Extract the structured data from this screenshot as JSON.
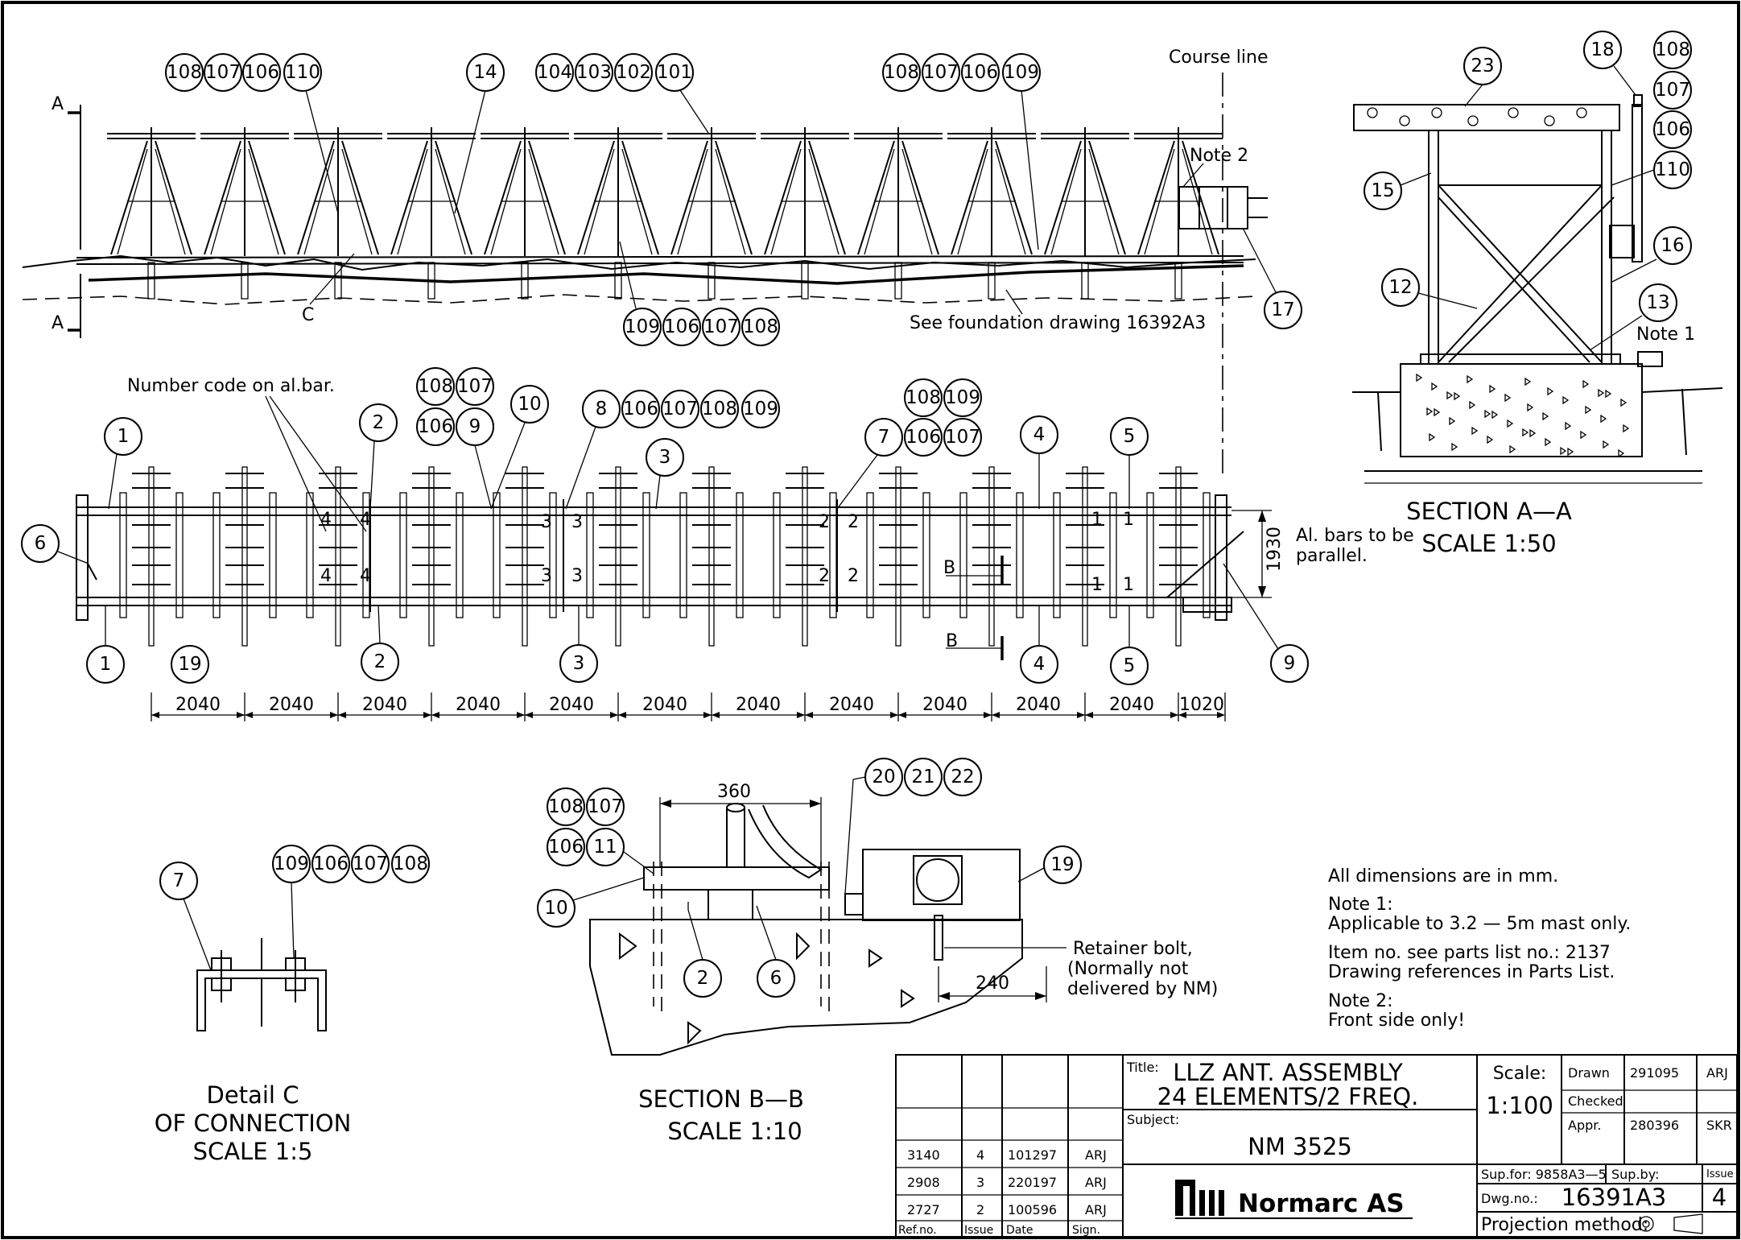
{
  "labels": {
    "course_line": "Course line",
    "note2_tag": "Note 2",
    "note1_tag": "Note 1",
    "see_foundation": "See foundation drawing 16392A3",
    "number_code": "Number code on al.bar.",
    "al_bars_1": "Al. bars to be",
    "al_bars_2": "parallel.",
    "section_aa_1": "SECTION A—A",
    "section_aa_2": "SCALE 1:50",
    "section_bb_1": "SECTION B—B",
    "section_bb_2": "SCALE 1:10",
    "detail_c_1": "Detail C",
    "detail_c_2": "OF CONNECTION",
    "detail_c_3": "SCALE 1:5",
    "retainer_1": "Retainer bolt,",
    "retainer_2": "(Normally not",
    "retainer_3": "delivered by NM)",
    "section_mark_a": "A",
    "section_mark_b": "B",
    "detail_mark_c": "C",
    "dim_1930": "1930",
    "dim_360": "360",
    "dim_240": "240"
  },
  "dimensions": [
    "2040",
    "2040",
    "2040",
    "2040",
    "2040",
    "2040",
    "2040",
    "2040",
    "2040",
    "2040",
    "2040",
    "1020"
  ],
  "bar_codes": [
    "4",
    "4",
    "4",
    "4",
    "3",
    "3",
    "3",
    "3",
    "2",
    "2",
    "2",
    "2",
    "1",
    "1",
    "1",
    "1"
  ],
  "notes": [
    "All dimensions are in mm.",
    "Note 1:",
    "Applicable to 3.2 — 5m mast only.",
    "Item no. see parts list no.: 2137",
    "Drawing references in Parts List.",
    "Note 2:",
    "Front side only!"
  ],
  "bubbles": {
    "elev": [
      [
        "108",
        "107",
        "106",
        "110"
      ],
      [
        "14"
      ],
      [
        "104",
        "103",
        "102",
        "101"
      ],
      [
        "108",
        "107",
        "106",
        "109"
      ],
      [
        "109",
        "106",
        "107",
        "108"
      ],
      [
        "17"
      ]
    ],
    "plan": [
      "1",
      "2",
      "108",
      "107",
      "106",
      "9",
      "10",
      "8",
      "106",
      "107",
      "108",
      "109",
      "3",
      "108",
      "109",
      "106",
      "107",
      "7",
      "4",
      "5",
      "6",
      "1",
      "19",
      "2",
      "3",
      "4",
      "5",
      "9"
    ],
    "section_aa": [
      "18",
      "108",
      "107",
      "106",
      "110",
      "23",
      "15",
      "16",
      "12",
      "13"
    ],
    "section_bb": [
      "108",
      "107",
      "106",
      "11",
      "10",
      "20",
      "21",
      "22",
      "19",
      "2",
      "6"
    ],
    "detail_c": [
      "7",
      "109",
      "106",
      "107",
      "108"
    ]
  },
  "title_block": {
    "title_label": "Title:",
    "title_1": "LLZ ANT. ASSEMBLY",
    "title_2": "24 ELEMENTS/2 FREQ.",
    "subject_label": "Subject:",
    "subject": "NM 3525",
    "scale_label": "Scale:",
    "scale": "1:100",
    "drawn_label": "Drawn",
    "drawn_date": "291095",
    "drawn_sign": "ARJ",
    "checked_label": "Checked",
    "appr_label": "Appr.",
    "appr_date": "280396",
    "appr_sign": "SKR",
    "sup_for": "Sup.for: 9858A3—5",
    "sup_by": "Sup.by:",
    "dwg_label": "Dwg.no.:",
    "dwg_no": "16391A3",
    "issue_label": "Issue",
    "issue": "4",
    "company": "Normarc AS",
    "projection": "Projection method:",
    "revisions": [
      {
        "ref": "3140",
        "issue": "4",
        "date": "101297",
        "sign": "ARJ"
      },
      {
        "ref": "2908",
        "issue": "3",
        "date": "220197",
        "sign": "ARJ"
      },
      {
        "ref": "2727",
        "issue": "2",
        "date": "100596",
        "sign": "ARJ"
      }
    ],
    "col_ref": "Ref.no.",
    "col_issue": "Issue",
    "col_date": "Date",
    "col_sign": "Sign."
  },
  "colors": {
    "ink": "#000000",
    "paper": "#ffffff"
  }
}
